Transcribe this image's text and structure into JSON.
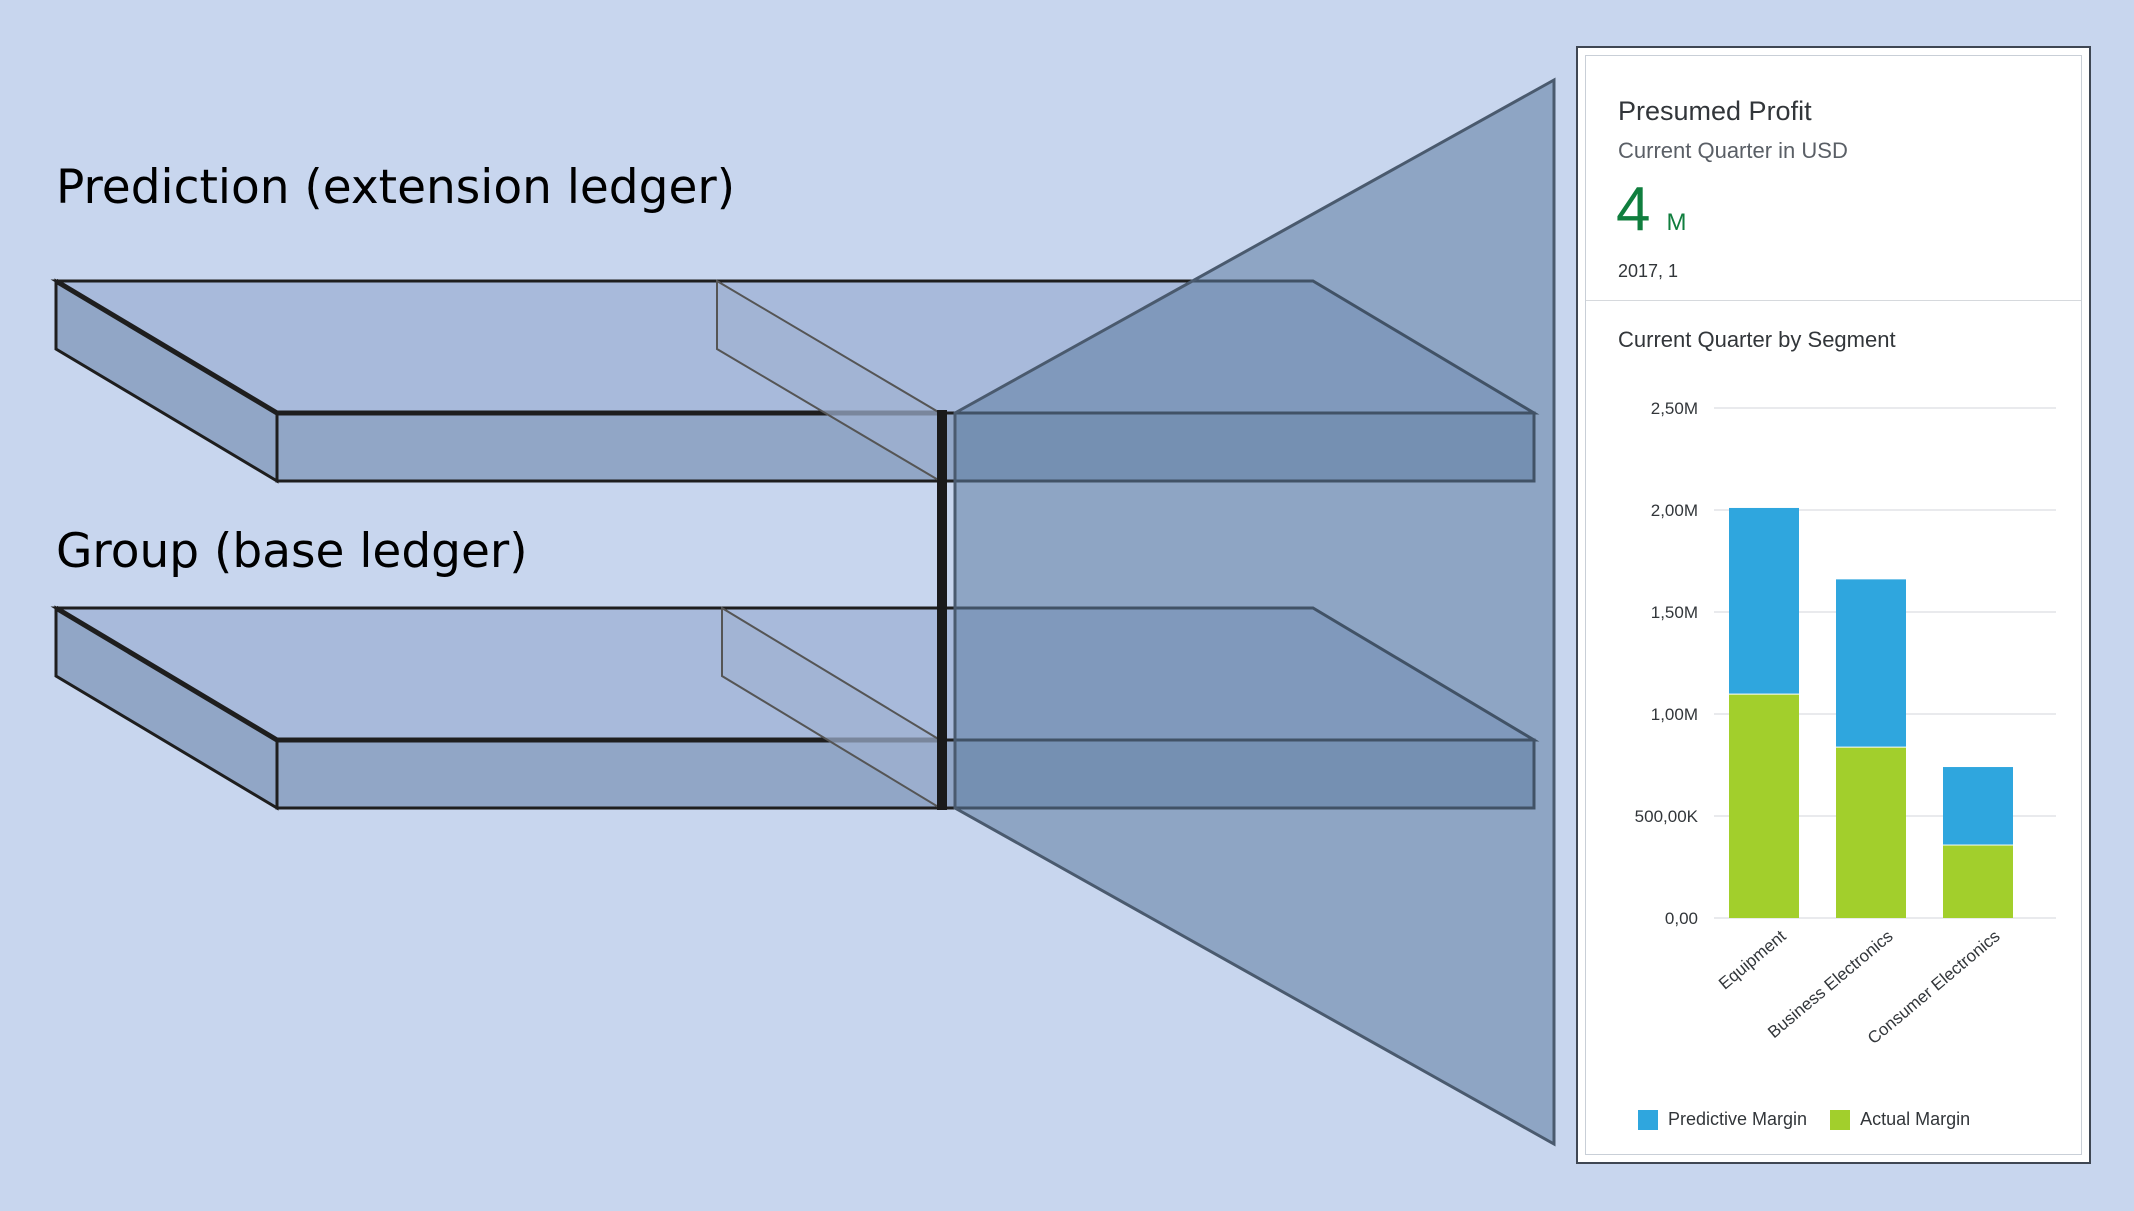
{
  "diagram": {
    "top_label": "Prediction (extension ledger)",
    "bottom_label": "Group (base ledger)"
  },
  "card": {
    "title": "Presumed Profit",
    "subtitle": "Current Quarter in USD",
    "kpi_value": "4",
    "kpi_unit": "M",
    "period": "2017, 1",
    "chart_title": "Current Quarter by Segment"
  },
  "colors": {
    "background": "#c8d6ee",
    "slab_fill": "#a8badb",
    "slab_side": "#91a6c6",
    "projection": "#5f7ea3",
    "predictive": "#2fa6de",
    "actual": "#a2cf2c",
    "kpi": "#107e3e"
  },
  "chart_data": {
    "type": "bar",
    "stacked": true,
    "title": "Current Quarter by Segment",
    "categories": [
      "Equipment",
      "Business Electronics",
      "Consumer Electronics"
    ],
    "series": [
      {
        "name": "Actual Margin",
        "values": [
          1100000,
          840000,
          360000
        ]
      },
      {
        "name": "Predictive Margin",
        "values": [
          910000,
          820000,
          380000
        ]
      }
    ],
    "y_ticks": [
      0,
      500000,
      1000000,
      1500000,
      2000000,
      2500000
    ],
    "y_tick_labels": [
      "0,00",
      "500,00K",
      "1,00M",
      "1,50M",
      "2,00M",
      "2,50M"
    ],
    "ylim": [
      0,
      2500000
    ],
    "grid": true,
    "legend_position": "bottom",
    "legend": [
      "Predictive Margin",
      "Actual Margin"
    ]
  }
}
